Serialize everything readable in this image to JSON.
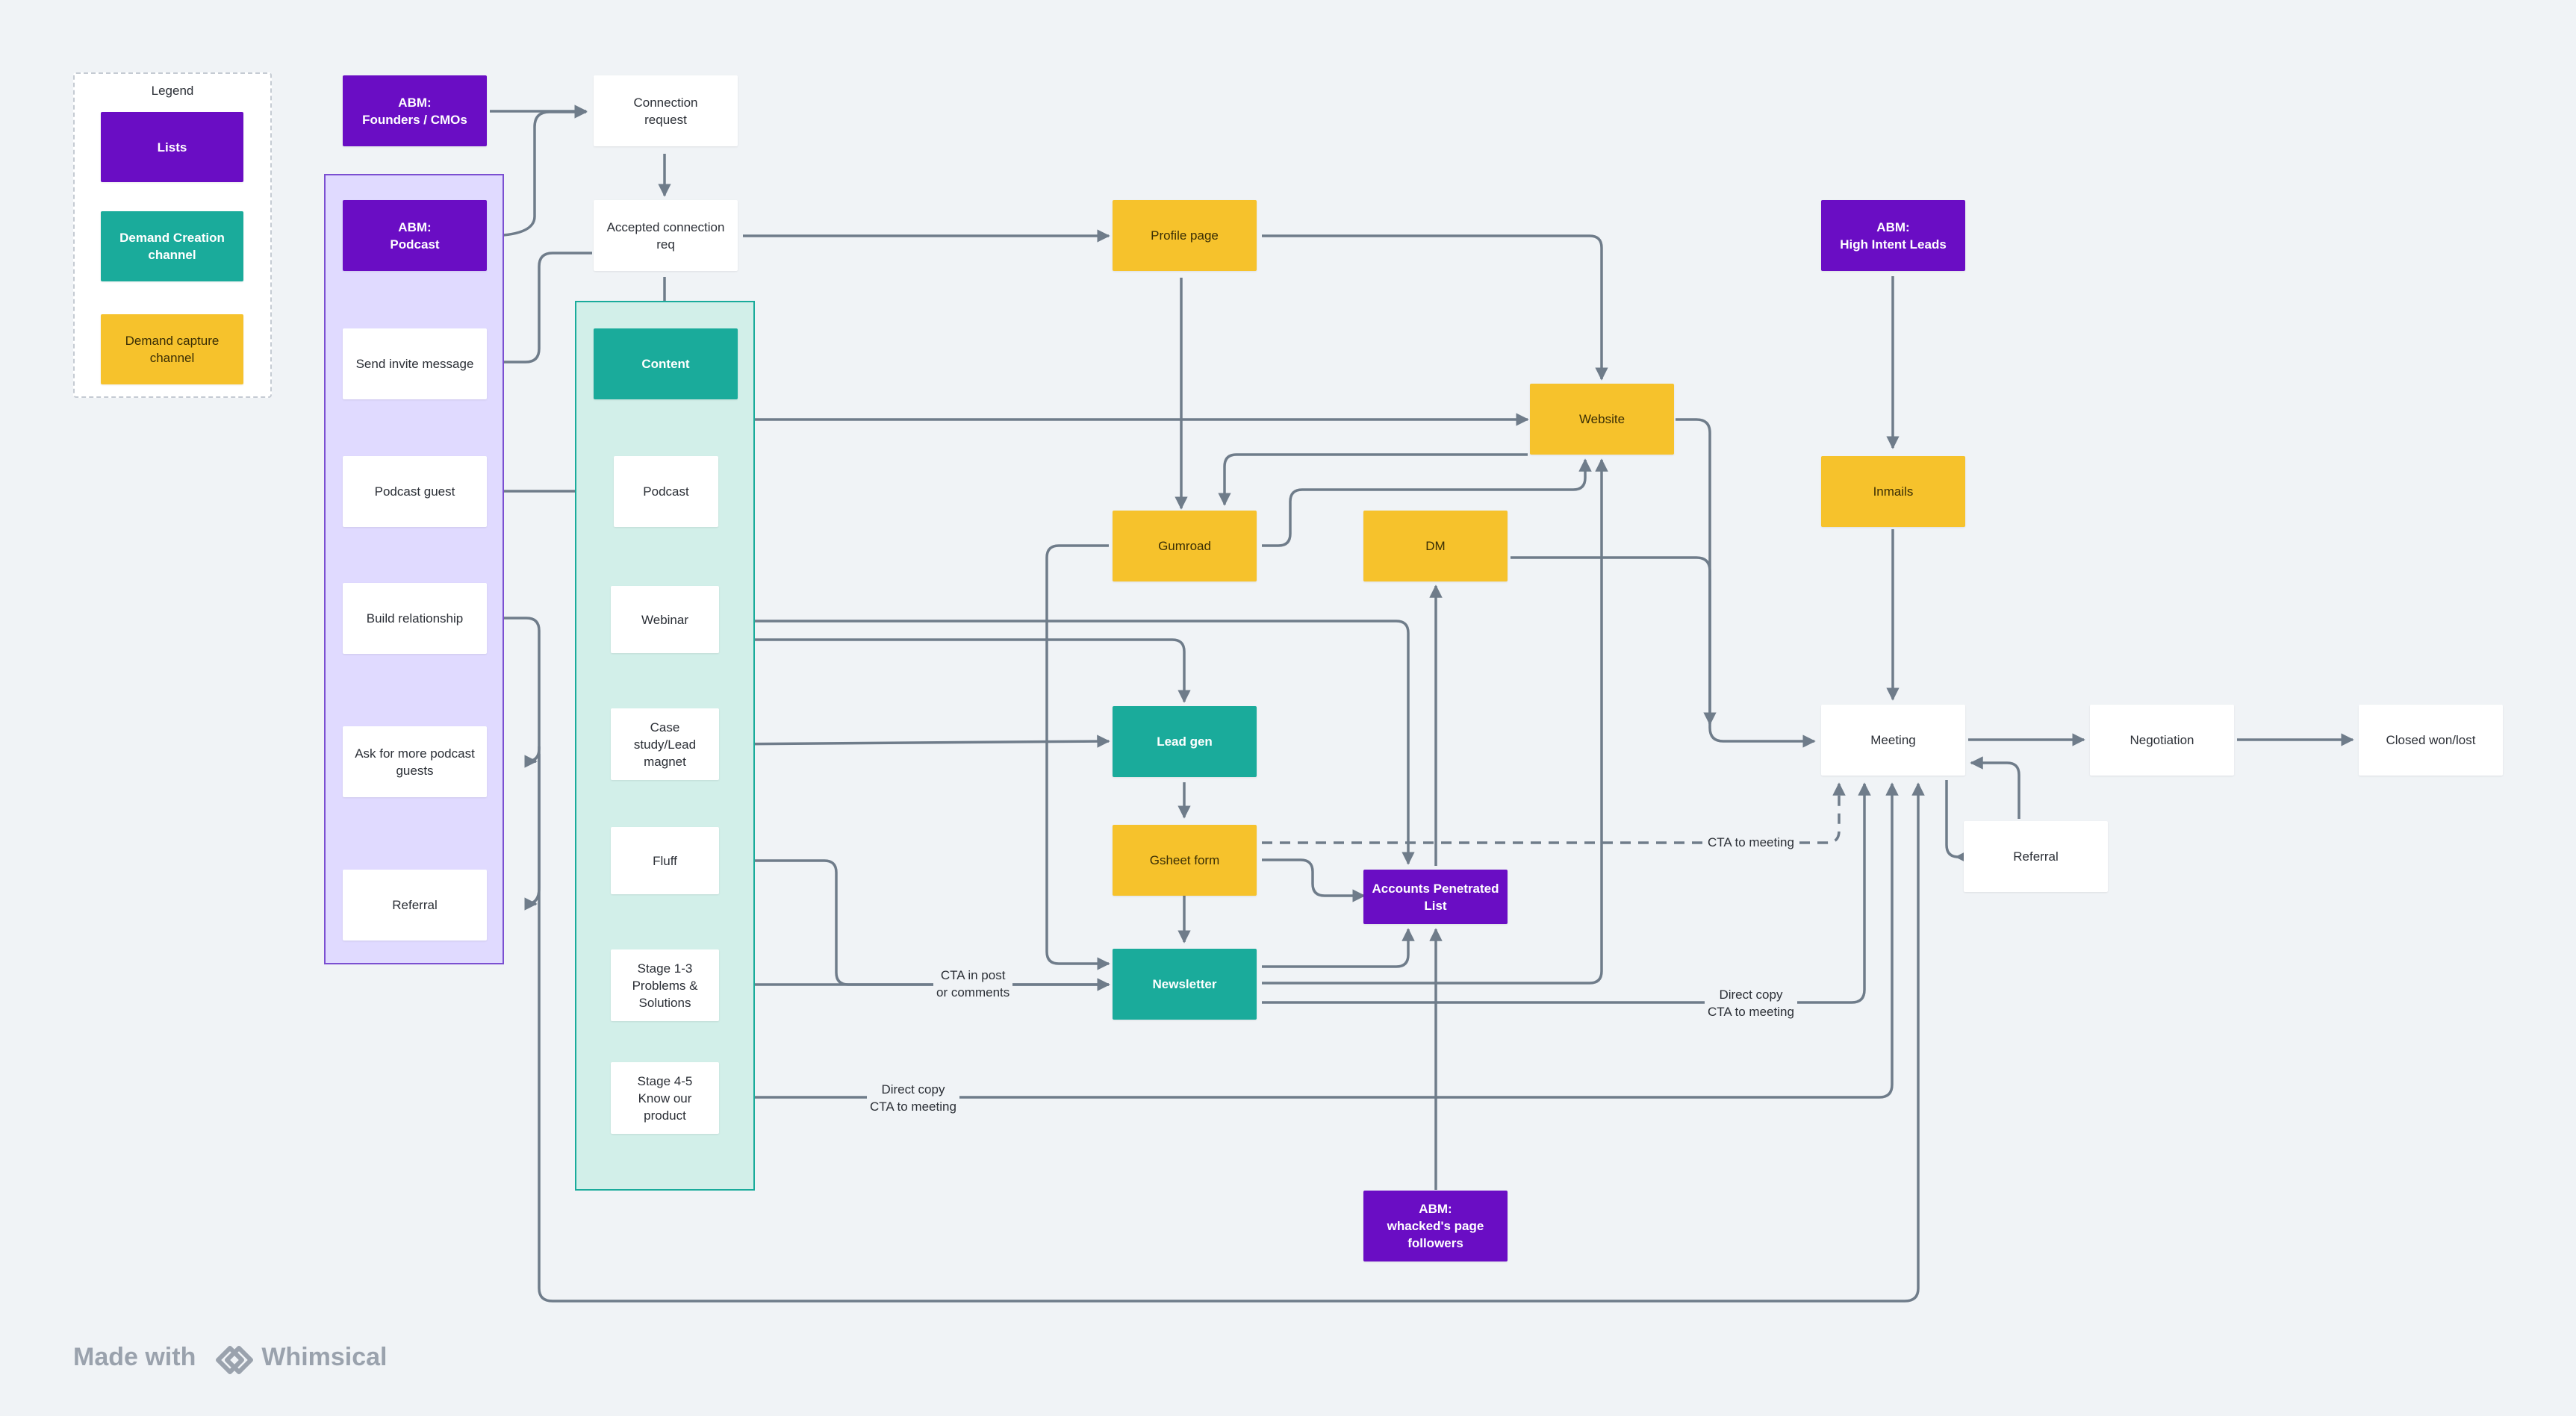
{
  "legend": {
    "title": "Legend",
    "items": [
      "Lists",
      "Demand Creation\nchannel",
      "Demand capture\nchannel"
    ]
  },
  "nodes": {
    "abm_founders": "ABM:\nFounders / CMOs",
    "abm_podcast": "ABM:\nPodcast",
    "connection_request": "Connection\nrequest",
    "accepted_connection": "Accepted connection\nreq",
    "send_invite": "Send invite message",
    "podcast_guest": "Podcast guest",
    "build_relationship": "Build relationship",
    "ask_guests": "Ask for more podcast\nguests",
    "referral_left": "Referral",
    "content": "Content",
    "podcast": "Podcast",
    "webinar": "Webinar",
    "case_study": "Case\nstudy/Lead\nmagnet",
    "fluff": "Fluff",
    "stage_1_3": "Stage 1-3\nProblems &\nSolutions",
    "stage_4_5": "Stage 4-5\nKnow our\nproduct",
    "profile_page": "Profile page",
    "gumroad": "Gumroad",
    "lead_gen": "Lead gen",
    "gsheet_form": "Gsheet form",
    "newsletter": "Newsletter",
    "website": "Website",
    "dm": "DM",
    "accounts_penetrated": "Accounts Penetrated\nList",
    "abm_whacked": "ABM:\nwhacked's page\nfollowers",
    "abm_high_intent": "ABM:\nHigh Intent Leads",
    "inmails": "Inmails",
    "meeting": "Meeting",
    "negotiation": "Negotiation",
    "closed": "Closed won/lost",
    "referral_right": "Referral"
  },
  "edge_labels": {
    "cta_meeting": "CTA to meeting",
    "cta_post": "CTA in post\nor comments",
    "direct_copy_1": "Direct copy\nCTA to meeting",
    "direct_copy_2": "Direct copy\nCTA to meeting"
  },
  "footer": {
    "made_with": "Made with",
    "brand": "Whimsical"
  },
  "colors": {
    "lists": "#6a0dc4",
    "demand_creation": "#1aab9b",
    "demand_capture": "#f6c22c",
    "edge": "#6f7c8a"
  }
}
